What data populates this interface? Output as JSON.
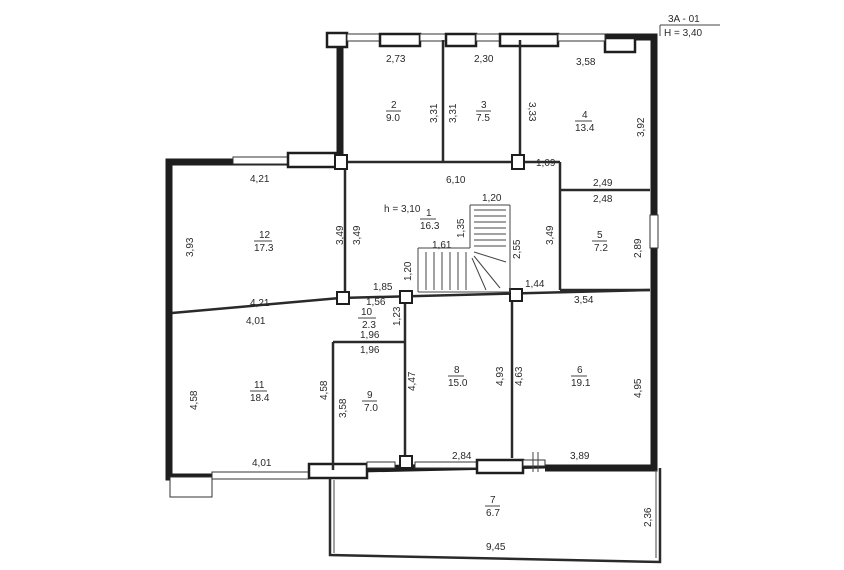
{
  "sheet": {
    "code": "3A - 01",
    "height": "H = 3,40"
  },
  "rooms": [
    {
      "id": "room-1",
      "number": "1",
      "area": "16.3"
    },
    {
      "id": "room-2",
      "number": "2",
      "area": "9.0"
    },
    {
      "id": "room-3",
      "number": "3",
      "area": "7.5"
    },
    {
      "id": "room-4",
      "number": "4",
      "area": "13.4"
    },
    {
      "id": "room-5",
      "number": "5",
      "area": "7.2"
    },
    {
      "id": "room-6",
      "number": "6",
      "area": "19.1"
    },
    {
      "id": "room-7",
      "number": "7",
      "area": "6.7"
    },
    {
      "id": "room-8",
      "number": "8",
      "area": "15.0"
    },
    {
      "id": "room-9",
      "number": "9",
      "area": "7.0"
    },
    {
      "id": "room-10",
      "number": "10",
      "area": "2.3"
    },
    {
      "id": "room-11",
      "number": "11",
      "area": "18.4"
    },
    {
      "id": "room-12",
      "number": "12",
      "area": "17.3"
    }
  ],
  "hall_height": "h = 3,10",
  "dimensions": {
    "top_2_73": "2,73",
    "top_2_30": "2,30",
    "top_3_58": "3,58",
    "r2_3_31": "3,31",
    "r3_3_31": "3,31",
    "r4_3_33": "3,33",
    "r4_3_92": "3,92",
    "hall_6_10": "6,10",
    "hall_1_09": "1,09",
    "r4_2_49": "2,49",
    "r5_2_48": "2,48",
    "hall_3_49_l": "3,49",
    "hall_3_49_r": "3,49",
    "stair_1_20_top": "1,20",
    "stair_1_35": "1,35",
    "stair_1_61": "1,61",
    "stair_2_55": "2,55",
    "stair_1_20_side": "1,20",
    "r5_2_89": "2,89",
    "hall_1_44": "1,44",
    "r6_3_54": "3,54",
    "r12_4_21_top": "4,21",
    "r12_3_93": "3,93",
    "r12_3_49": "3,49",
    "r12_4_21_bot": "4,21",
    "r10_1_85": "1,85",
    "r10_1_56": "1,56",
    "r10_1_23": "1,23",
    "r10_1_96": "1,96",
    "r9_1_96": "1,96",
    "r11_4_01_top": "4,01",
    "r11_4_58_l": "4,58",
    "r11_4_58_r": "4,58",
    "r11_4_01_bot": "4,01",
    "r9_3_58": "3,58",
    "r8_4_47": "4,47",
    "r8_4_93": "4,93",
    "r6_4_63": "4,63",
    "r6_4_95": "4,95",
    "r8_2_84": "2,84",
    "r6_3_89": "3,89",
    "r7_2_36": "2,36",
    "r7_9_45": "9,45"
  }
}
